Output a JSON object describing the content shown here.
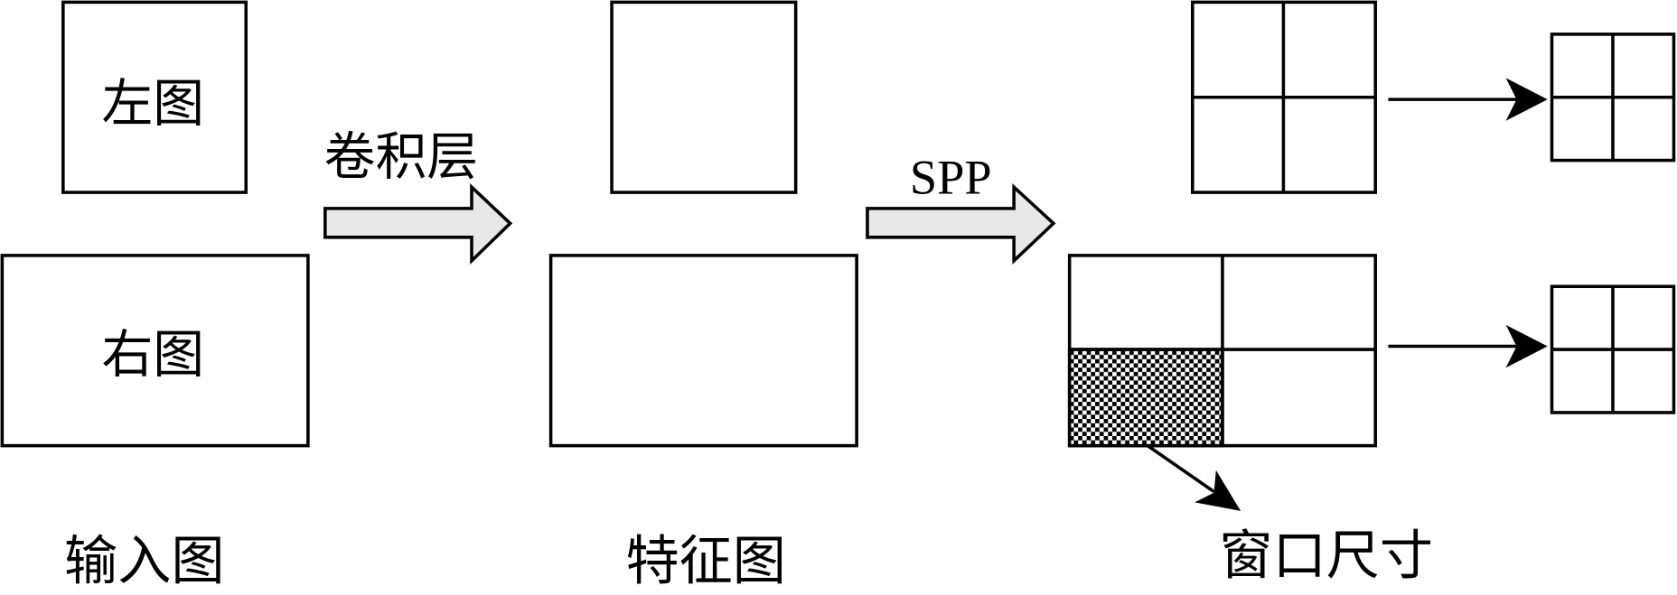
{
  "diagram": {
    "input_left_label": "左图",
    "input_right_label": "右图",
    "conv_label": "卷积层",
    "spp_label": "SPP",
    "caption_input": "输入图",
    "caption_feature": "特征图",
    "caption_window": "窗口尺寸"
  },
  "colors": {
    "stroke": "#000000",
    "block_arrow_fill": "#e8e8e8",
    "background": "#ffffff",
    "checker_dark": "#000000",
    "checker_light": "#ffffff"
  }
}
